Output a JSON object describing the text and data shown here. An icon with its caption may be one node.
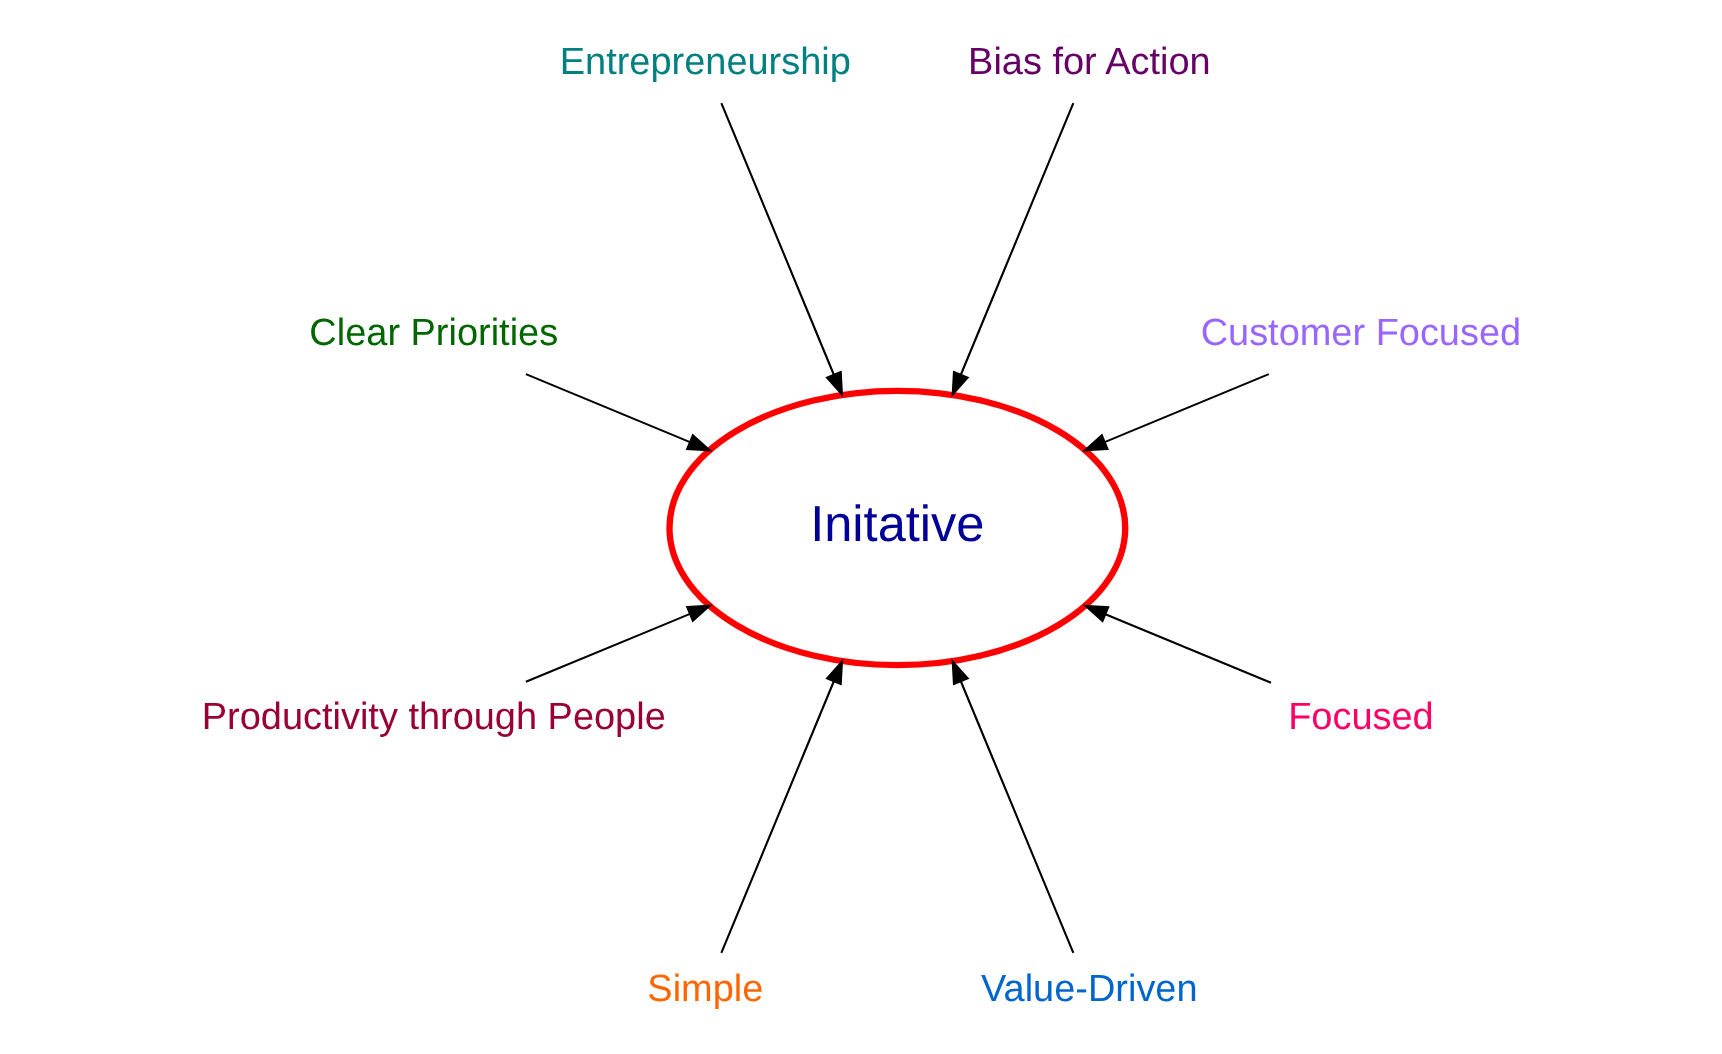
{
  "diagram": {
    "nodes": [
      {
        "text": [
          "Initative"
        ]
      },
      {
        "text": [
          "Customer Focused"
        ]
      },
      {
        "text": [
          "Bias for Action"
        ]
      },
      {
        "text": [
          "Entrepreneurship"
        ]
      },
      {
        "text": [
          "Clear Priorities"
        ]
      },
      {
        "text": [
          "Productivity through People"
        ]
      },
      {
        "text": [
          "Simple"
        ]
      },
      {
        "text": [
          "Value-Driven"
        ]
      },
      {
        "text": [
          "Focused"
        ]
      }
    ],
    "edges": [
      {
        "from": 1,
        "to": 0,
        "arrow": "to"
      },
      {
        "from": 2,
        "to": 0,
        "arrow": "to"
      },
      {
        "from": 3,
        "to": 0,
        "arrow": "to"
      },
      {
        "from": 4,
        "to": 0,
        "arrow": "to"
      },
      {
        "from": 5,
        "to": 0,
        "arrow": "to"
      },
      {
        "from": 6,
        "to": 0,
        "arrow": "to"
      },
      {
        "from": 7,
        "to": 0,
        "arrow": "to"
      },
      {
        "from": 8,
        "to": 0,
        "arrow": "to"
      }
    ]
  }
}
